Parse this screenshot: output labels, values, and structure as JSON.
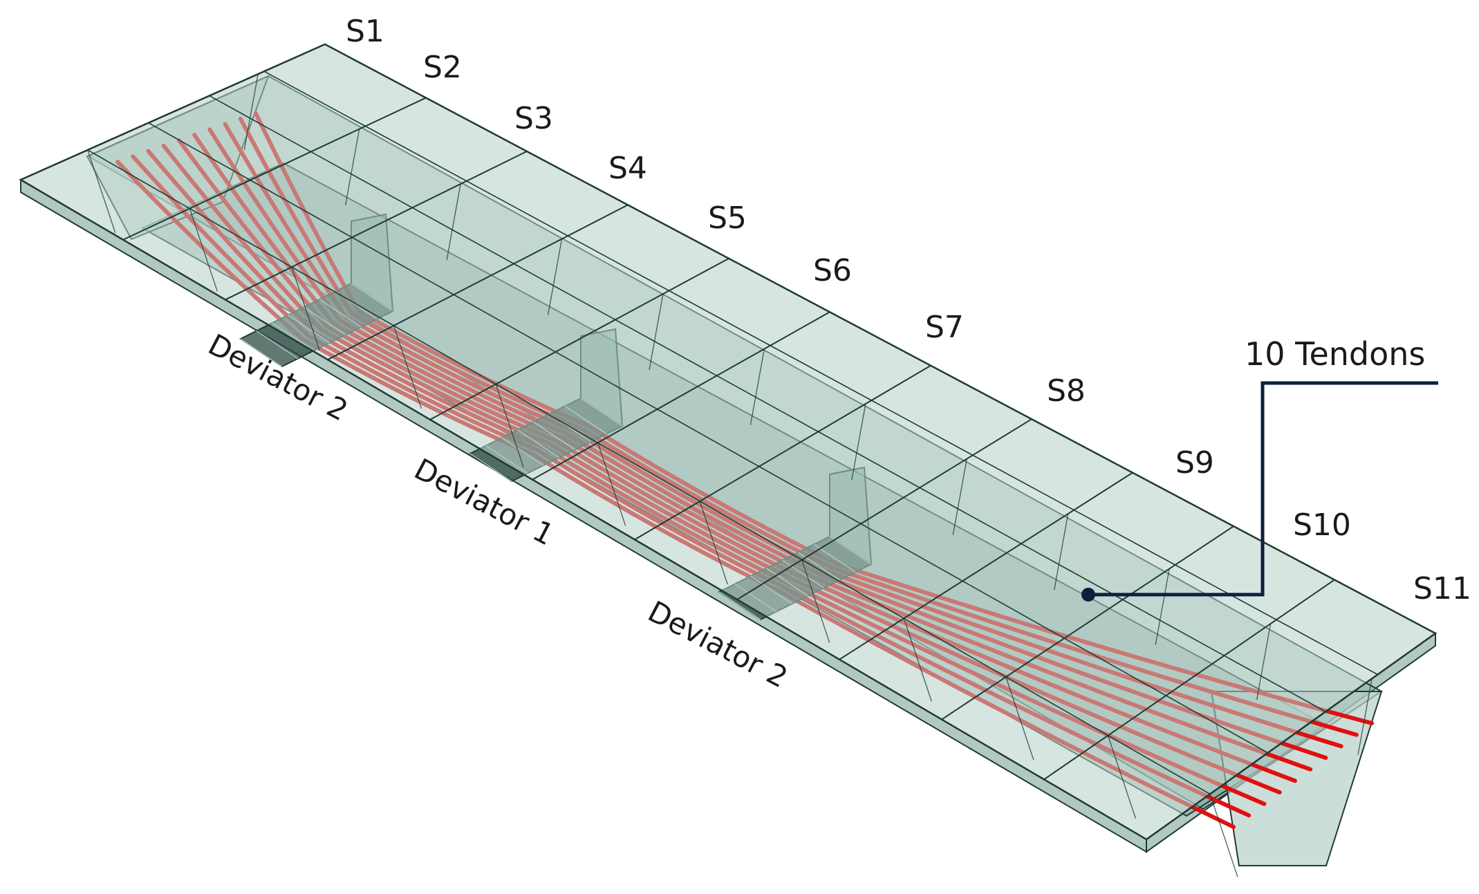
{
  "segments": [
    "S1",
    "S2",
    "S3",
    "S4",
    "S5",
    "S6",
    "S7",
    "S8",
    "S9",
    "S10",
    "S11"
  ],
  "deviators": [
    {
      "label": "Deviator 2"
    },
    {
      "label": "Deviator 1"
    },
    {
      "label": "Deviator 2"
    }
  ],
  "callout": {
    "label": "10 Tendons"
  },
  "tendon_count": 10,
  "colors": {
    "concrete": "#b7d0c9",
    "concrete_dark": "#7fa59b",
    "edge": "#1f3b33",
    "tendon": "#e01010",
    "callout_line": "#0f1f3d"
  }
}
